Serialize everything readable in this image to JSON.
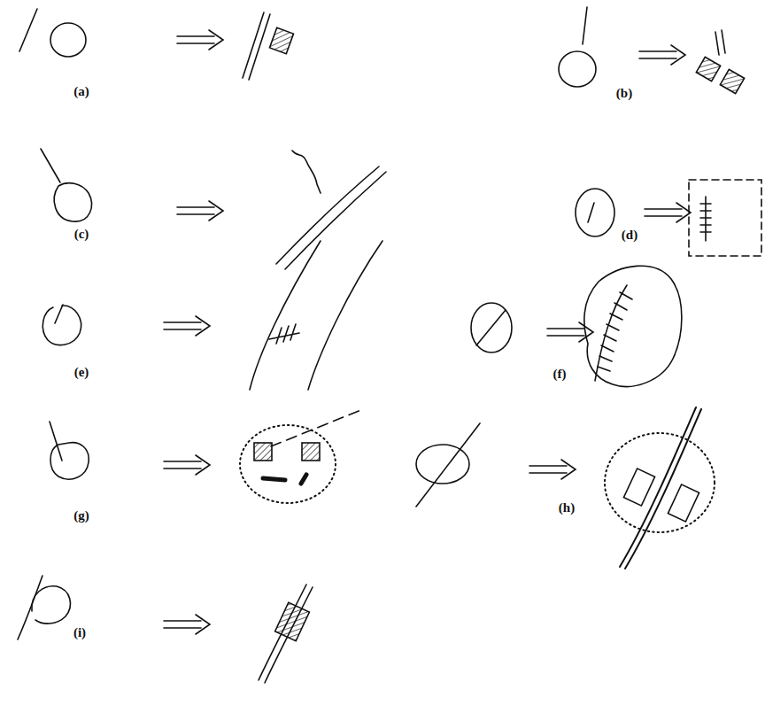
{
  "diagram": {
    "labels": [
      "(a)",
      "(b)",
      "(c)",
      "(d)",
      "(e)",
      "(f)",
      "(g)",
      "(h)",
      "(i)"
    ]
  }
}
